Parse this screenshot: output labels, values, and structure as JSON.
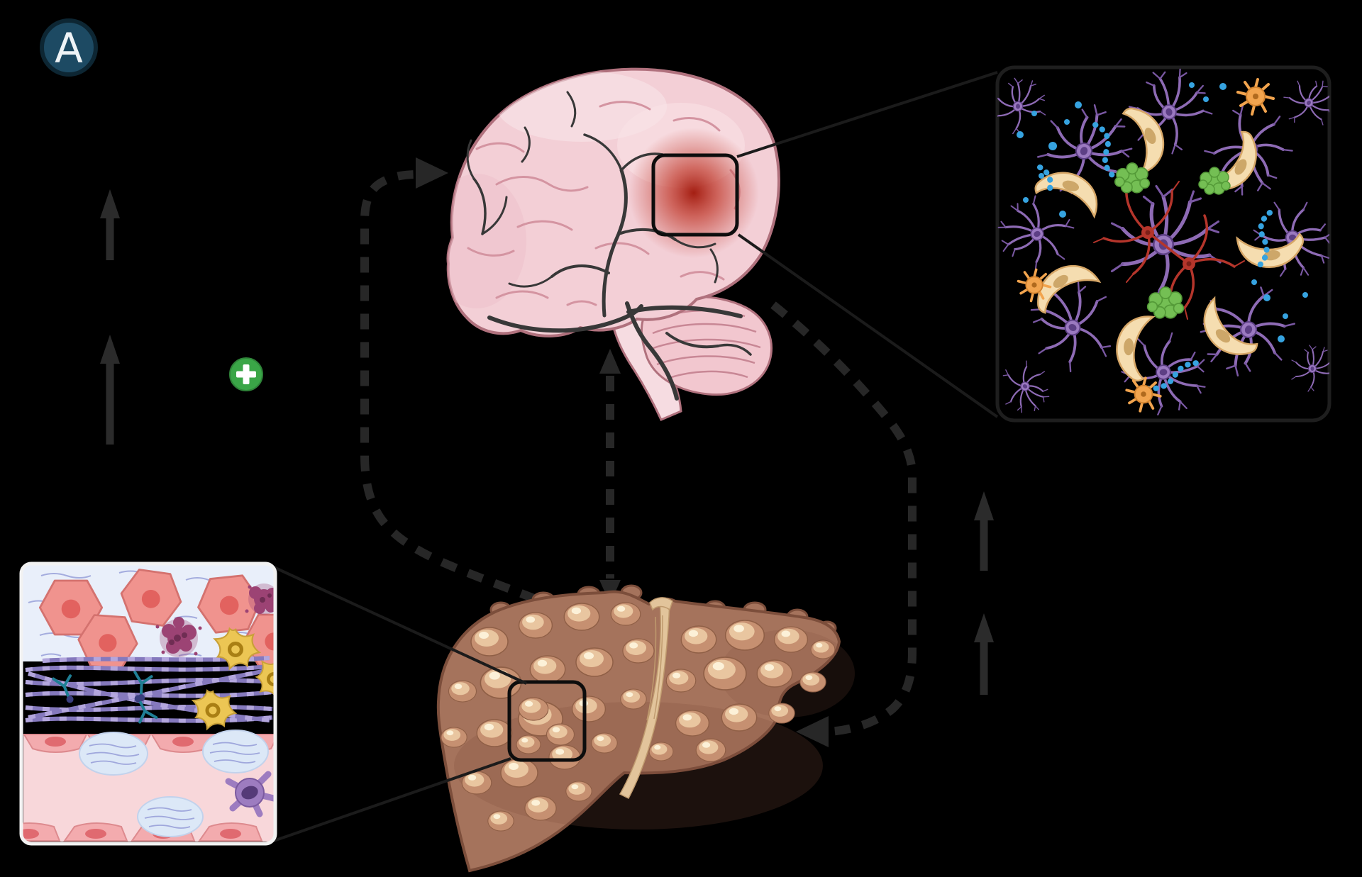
{
  "panel": {
    "label": "A"
  },
  "parts": [
    "panel-label-badge",
    "brain-illustration",
    "brain-lesion-highlight",
    "brain-zoom-box",
    "neuroinflammation-inset",
    "liver-illustration",
    "cirrhosis-zoom-box",
    "liver-tissue-inset",
    "up-arrow-left-top",
    "up-arrow-left-bottom",
    "up-arrow-right-top",
    "up-arrow-right-bottom",
    "plus-icon",
    "liver-to-brain-dashed-arrow",
    "brain-to-liver-dashed-arrow",
    "brain-liver-double-dashed-arrow"
  ],
  "colors": {
    "background": "#000000",
    "badge_fill": "#1d4a63",
    "badge_ring": "#0d2633",
    "badge_text": "#eef3f6",
    "solid_arrow": "#2b2b2b",
    "dashed_arrow": "#272727",
    "connector": "#1b1b1b",
    "box_outline": "#0d0d0d",
    "inset_frame": "#1e1e1e",
    "plus_green": "#3aa647",
    "brain_fill": "#f3cfd6",
    "brain_hi": "#f9e4e8",
    "brain_shade": "#eec0c9",
    "brain_outline": "#b0717d",
    "brain_gyri": "#d494a1",
    "vessel": "#383838",
    "lesion_core": "#a01508",
    "lesion_mid": "#c0392b",
    "cerebellum": "#f2c7cf",
    "cereb_lines": "#c88795",
    "stem": "#f6dce1",
    "liver_fill": "#a5735c",
    "liver_dark": "#7e4f3b",
    "liver_outline": "#7c4e3b",
    "nodule_base": "#c69071",
    "nodule_edge": "#8f5f46",
    "nodule_mid": "#e9c6a0",
    "nodule_hi": "#fcf1d8",
    "ligament": "#e2c49b",
    "ligament_edge": "#bf9a6e",
    "inset_border": "#f2f2f2",
    "sinus_bg": "#e9effa",
    "sinus_line": "#98a0d8",
    "hep_fill": "#f0938e",
    "hep_edge": "#d4726f",
    "hep_nuc": "#e2625f",
    "debris": "#9c4374",
    "debris_dark": "#6f2d53",
    "fiber": "#8579bd",
    "fiber_hi": "#b3a6dd",
    "teal": "#1f7f95",
    "stellate": "#ecc654",
    "stellate_edge": "#c9a138",
    "stellate_nuc": "#a97f14",
    "vessel_bg": "#f8d7da",
    "endo": "#f3abae",
    "endo_edge": "#dd8a8e",
    "endo_nuc": "#e06a70",
    "clot": "#dce8f7",
    "clot_edge": "#c2d2ec",
    "kupffer": "#9d7cc0",
    "kupffer_edge": "#7b5a9f",
    "kupffer_nuc": "#553a78",
    "astro": "#8e6bb5",
    "astro_twig": "#7a58a3",
    "astro_soma": "#9b79c0",
    "astro_dark": "#5d3f85",
    "micro_tan": "#f5ddb0",
    "micro_edge": "#d7a767",
    "micro_nuc": "#c39a58",
    "green_cell": "#74bf54",
    "green_edge": "#549a38",
    "neuron_red": "#b5352b",
    "blue": "#36a3e0",
    "orange": "#f2a44e",
    "orange_edge": "#d3832f"
  }
}
